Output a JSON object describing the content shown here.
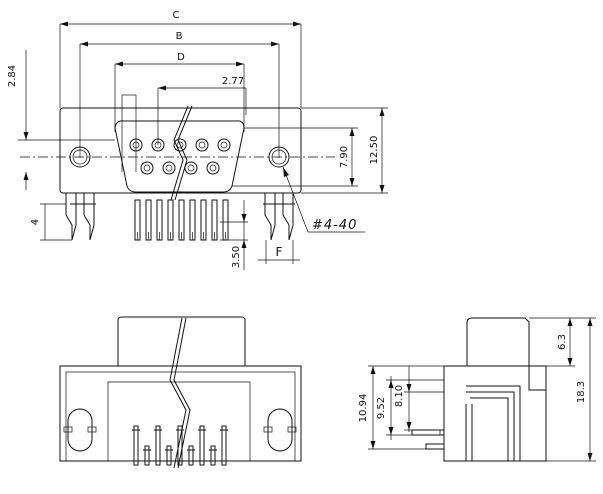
{
  "dimensions": {
    "C": "C",
    "B": "B",
    "D": "D",
    "pitch": "2.77",
    "top_offset": "2.84",
    "flange_height": "12.50",
    "pin_row_span": "7.90",
    "mount_depth": "4",
    "pin_length": "3.50",
    "tail_width": "F",
    "thread_callout": "#4-40",
    "side_shell": "6.3",
    "side_height": "18.3",
    "side_h1": "10.94",
    "side_h2": "9.52",
    "side_h3": "8.10"
  },
  "connector": {
    "top_row_pins": 5,
    "bottom_row_pins": 4,
    "pcb_tails": 9
  }
}
